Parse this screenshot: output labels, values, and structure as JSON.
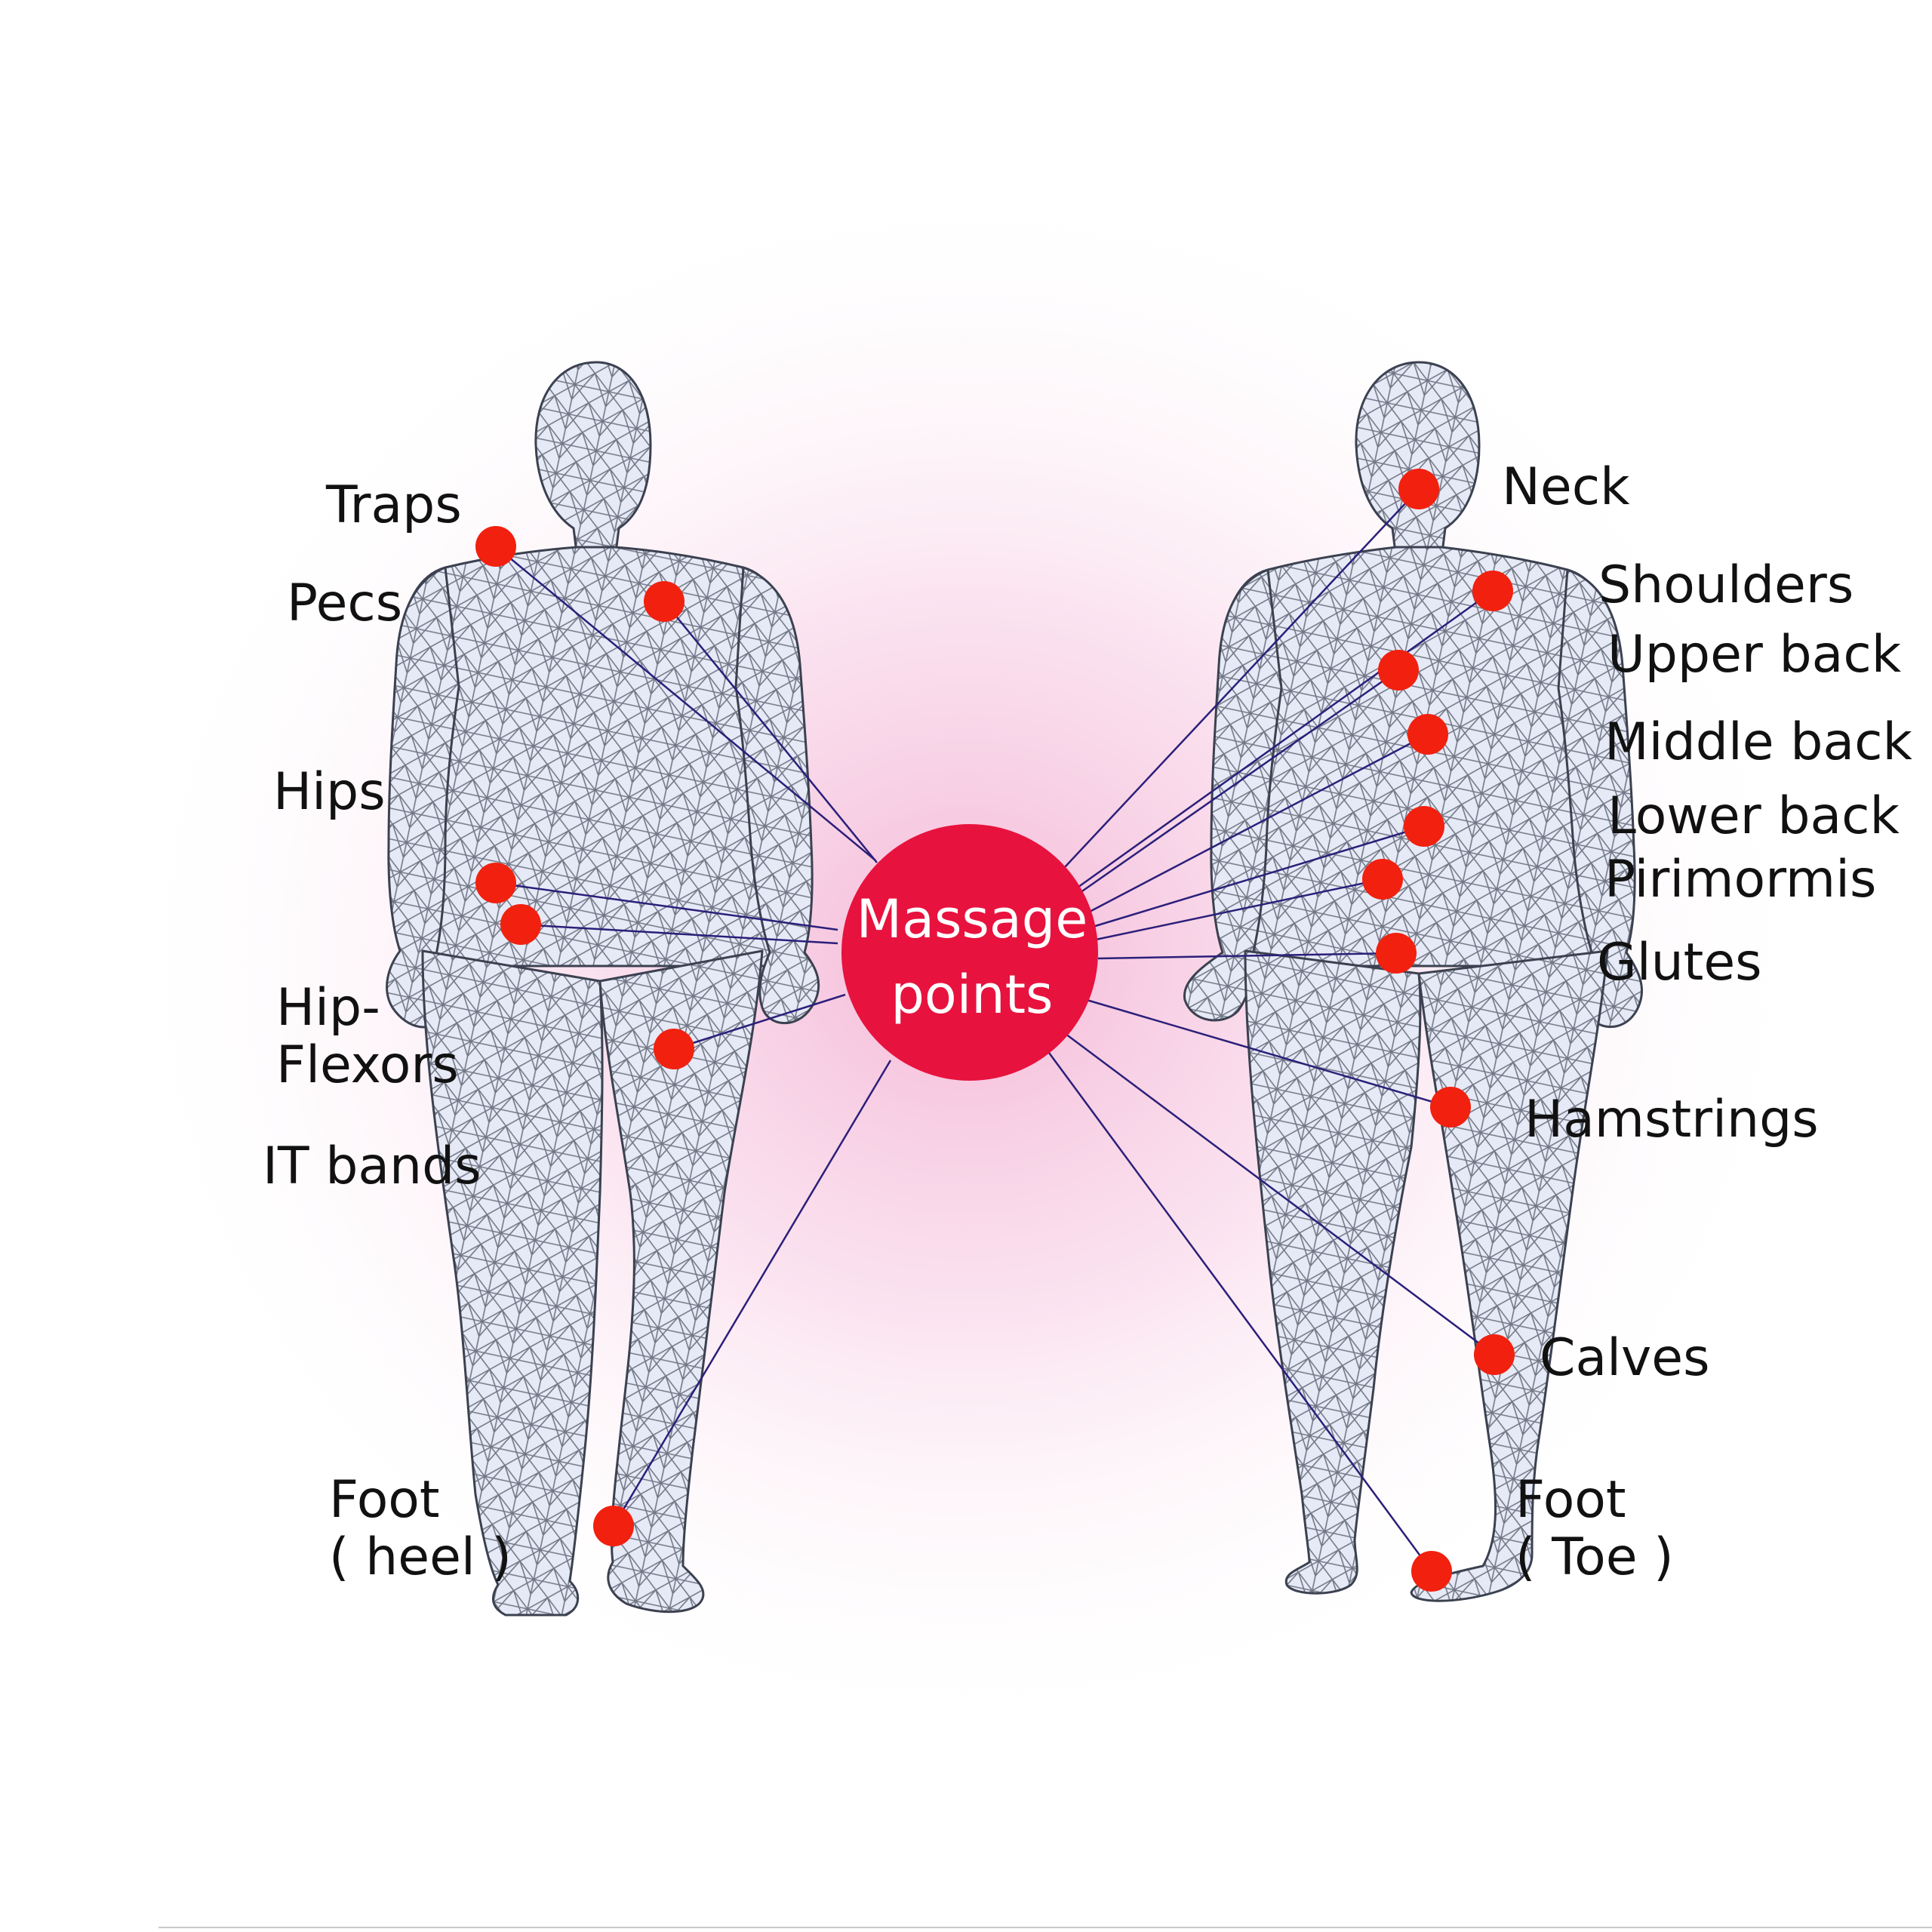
{
  "hub": {
    "line1": "Massage",
    "line2": "points"
  },
  "front_labels": {
    "traps": "Traps",
    "pecs": "Pecs",
    "hips": "Hips",
    "hip_flexors": "Hip-\nFlexors",
    "it_bands": "IT bands",
    "foot_heel": "Foot\n( heel )"
  },
  "back_labels": {
    "neck": "Neck",
    "shoulders": "Shoulders",
    "upper_back": "Upper back",
    "middle_back": "Middle back",
    "lower_back": "Lower back",
    "pirimormis": "Pirimormis",
    "glutes": "Glutes",
    "hamstrings": "Hamstrings",
    "calves": "Calves",
    "foot_toe": "Foot\n( Toe )"
  },
  "colors": {
    "marker": "#f2200f",
    "hub": "#e8123e",
    "connector": "#2b1f7a",
    "body_fill": "#e7ebf6",
    "body_mesh": "#3c4250",
    "glow": "#f7c8e0"
  }
}
